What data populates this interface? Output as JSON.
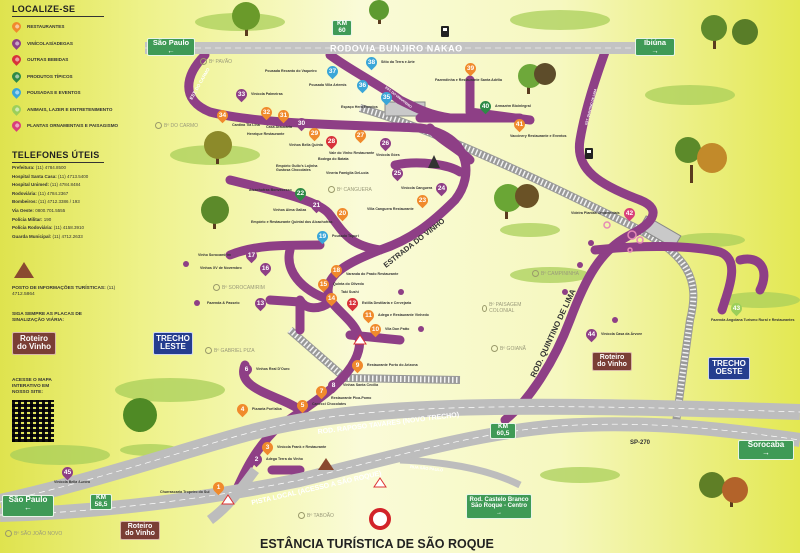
{
  "legend": {
    "title": "LOCALIZE-SE",
    "items": [
      {
        "label": "RESTAURANTES",
        "color": "#f08a2c"
      },
      {
        "label": "VINÍCOLAS/ADEGAS",
        "color": "#8e3f86"
      },
      {
        "label": "OUTRAS BEBIDAS",
        "color": "#d8323a"
      },
      {
        "label": "PRODUTOS TÍPICOS",
        "color": "#2e8a46"
      },
      {
        "label": "POUSADAS E EVENTOS",
        "color": "#3aa6d8"
      },
      {
        "label": "ANIMAIS, LAZER E ENTRETENIMENTO",
        "color": "#9ccf5a"
      },
      {
        "label": "PLANTAS ORNAMENTAIS E PAISAGISMO",
        "color": "#d8407a"
      }
    ]
  },
  "phones": {
    "title": "TELEFONES ÚTEIS",
    "items": [
      {
        "name": "Prefeitura:",
        "number": "(11) 4784.8500"
      },
      {
        "name": "Hospital Santa Casa:",
        "number": "(11) 4713.5400"
      },
      {
        "name": "Hospital Unimed:",
        "number": "(11) 4784.8484"
      },
      {
        "name": "Rodoviária:",
        "number": "(11) 4784.2367"
      },
      {
        "name": "Bombeiros:",
        "number": "(11) 4712.3386 / 193"
      },
      {
        "name": "Via Oeste:",
        "number": "0800.701.5555"
      },
      {
        "name": "Polícia Militar:",
        "number": "190"
      },
      {
        "name": "Polícia Rodoviária:",
        "number": "(11) 4158.3910"
      },
      {
        "name": "Guarda Municipal:",
        "number": "(11) 4712.2633"
      }
    ]
  },
  "pit": {
    "badge": "PIT",
    "label": "POSTO DE INFORMAÇÕES TURÍSTICAS:",
    "number": "(11) 4712.5864"
  },
  "signage": {
    "text": "SIGA SEMPRE AS PLACAS DE SINALIZAÇÃO VIÁRIA:",
    "sign_line1": "Roteiro",
    "sign_line2": "do Vinho"
  },
  "qr": {
    "text": "ACESSE O MAPA INTERATIVO EM NOSSO SITE:"
  },
  "roads": {
    "bunjiro": "RODOVIA BUNJIRO NAKAO",
    "estrada_vinho": "ESTRADA DO VINHO",
    "quintino": "ROD. QUINTINO DE LIMA",
    "raposo": "ROD. RAPOSO TAVARES (NOVO TRECHO)",
    "pista_local": "PISTA LOCAL (ACESSO A SÃO ROQUE)",
    "rua_sp": "RUA SÃO PAULO",
    "sp270": "SP-270",
    "est_carmo": "EST. DO CARMO",
    "est_quintino": "EST. QUINTINO DE LIMA",
    "est_vinhateiro": "EST. DO VINHATEIRO"
  },
  "signs": {
    "sp_top": "São Paulo",
    "km60_a": "KM",
    "km60_b": "60",
    "ibiuna": "Ibiúna",
    "trecho_leste_a": "TRECHO",
    "trecho_leste_b": "LESTE",
    "trecho_oeste_a": "TRECHO",
    "trecho_oeste_b": "OESTE",
    "roteiro_a": "Roteiro",
    "roteiro_b": "do Vinho",
    "km605_a": "KM",
    "km605_b": "60,5",
    "sorocaba": "Sorocaba",
    "sp_bottom": "São Paulo",
    "km585_a": "KM",
    "km585_b": "58,5",
    "castelo_a": "Rod. Castelo Branco",
    "castelo_b": "São Roque - Centro"
  },
  "bairros": [
    "Bº PAVÃO",
    "Bº DO CARMO",
    "Bº CANGUERA",
    "Bº SOROCAMIRIM",
    "Bº GABRIEL PIZA",
    "Bº CAMPININHA",
    "Bº PAISAGEM COLONIAL",
    "Bº GOIANÃ",
    "Bº TABOÃO",
    "Bº SÃO JOÃO NOVO"
  ],
  "markers": [
    {
      "n": "1",
      "name": "Churrascaria Tropeiro do Sul",
      "cat": "restaurante"
    },
    {
      "n": "2",
      "name": "Adega Terra do Vinho",
      "cat": "vinicola"
    },
    {
      "n": "3",
      "name": "Vinícola Frank e Restaurante",
      "cat": "restaurante"
    },
    {
      "n": "4",
      "name": "Pizzaria Port'alba",
      "cat": "restaurante"
    },
    {
      "n": "5",
      "name": "Canecci Chocolates",
      "cat": "restaurante"
    },
    {
      "n": "6",
      "name": "Vinhos Real D'Ouro",
      "cat": "vinicola"
    },
    {
      "n": "7",
      "name": "Restaurante Pica-Pomo",
      "cat": "restaurante"
    },
    {
      "n": "8",
      "name": "Vinhas Santa Cecília",
      "cat": "vinicola"
    },
    {
      "n": "9",
      "name": "Restaurante Porto do Arizona",
      "cat": "restaurante"
    },
    {
      "n": "10",
      "name": "Vila Don Patto",
      "cat": "restaurante"
    },
    {
      "n": "11",
      "name": "Adega e Restaurante Vinhedo",
      "cat": "restaurante"
    },
    {
      "n": "12",
      "name": "Estilla Destilaria e Cervejaria",
      "cat": "bebida"
    },
    {
      "n": "13",
      "name": "Fazenda & Passeio",
      "cat": "vinicola"
    },
    {
      "n": "14",
      "name": "Taki Sushi",
      "cat": "restaurante"
    },
    {
      "n": "15",
      "name": "Quinta do Olivedo",
      "cat": "restaurante"
    },
    {
      "n": "16",
      "name": "Vinhos XV de Novembro",
      "cat": "vinicola"
    },
    {
      "n": "17",
      "name": "Vinho Sorocamirim",
      "cat": "vinicola"
    },
    {
      "n": "18",
      "name": "Varanda do Prado Restaurante",
      "cat": "restaurante"
    },
    {
      "n": "19",
      "name": "Pousada Tapuri",
      "cat": "pousada"
    },
    {
      "n": "20",
      "name": "Empório e Restaurante Quintal dos Alcachofras",
      "cat": "restaurante"
    },
    {
      "n": "21",
      "name": "Vinhos Alma Galiza",
      "cat": "vinicola"
    },
    {
      "n": "22",
      "name": "Alcachofras Bonvecesso",
      "cat": "produto"
    },
    {
      "n": "23",
      "name": "Villa Canguera Restaurante",
      "cat": "restaurante"
    },
    {
      "n": "24",
      "name": "Vinícola Canguera",
      "cat": "vinicola"
    },
    {
      "n": "25",
      "name": "Vinería Famiglia DeLucia",
      "cat": "vinicola"
    },
    {
      "n": "26",
      "name": "Vinícola Góes",
      "cat": "vinicola"
    },
    {
      "n": "27",
      "name": "Vale do Vinho Restaurante",
      "cat": "restaurante"
    },
    {
      "n": "28",
      "name": "Bodega do Batata",
      "cat": "bebida"
    },
    {
      "n": "29",
      "name": "Vinhos Bella Quinta",
      "cat": "restaurante"
    },
    {
      "n": "30",
      "name": "",
      "cat": "vinicola"
    },
    {
      "n": "31",
      "name": "Casa Araucária",
      "cat": "restaurante"
    },
    {
      "n": "32",
      "name": "Henrique Restaurante",
      "cat": "restaurante"
    },
    {
      "n": "33",
      "name": "Vinícola Palmeiras",
      "cat": "vinicola"
    },
    {
      "n": "34",
      "name": "Cantina Tia Lina",
      "cat": "restaurante"
    },
    {
      "n": "35",
      "name": "Espaço Hera Eventos",
      "cat": "pousada"
    },
    {
      "n": "36",
      "name": "Pousada Villa Artemis",
      "cat": "pousada"
    },
    {
      "n": "37",
      "name": "Pousada Recanto do Vaqueiro",
      "cat": "pousada"
    },
    {
      "n": "38",
      "name": "Sítio da Terra e Arte",
      "cat": "pousada"
    },
    {
      "n": "39",
      "name": "Fazendinha e Restaurante Santa Adélia",
      "cat": "restaurante"
    },
    {
      "n": "40",
      "name": "Armazém Bioinlegral",
      "cat": "produto"
    },
    {
      "n": "41",
      "name": "Vaccinery Restaurante e Eventos",
      "cat": "restaurante"
    },
    {
      "n": "42",
      "name": "Videira Plantas Ornamentais",
      "cat": "planta"
    },
    {
      "n": "43",
      "name": "Fazenda Angolana Turismo Rural e Restaurantes",
      "cat": "lazer"
    },
    {
      "n": "44",
      "name": "Vinícola Casa da Árvore",
      "cat": "vinicola"
    },
    {
      "n": "45",
      "name": "Vinícola Bella Aurora",
      "cat": "vinicola"
    }
  ],
  "extra_labels": {
    "gullo": "Empório Gullo's Lojinha Gustosa Chocolates"
  },
  "title": "ESTÂNCIA TURÍSTICA DE SÃO ROQUE"
}
